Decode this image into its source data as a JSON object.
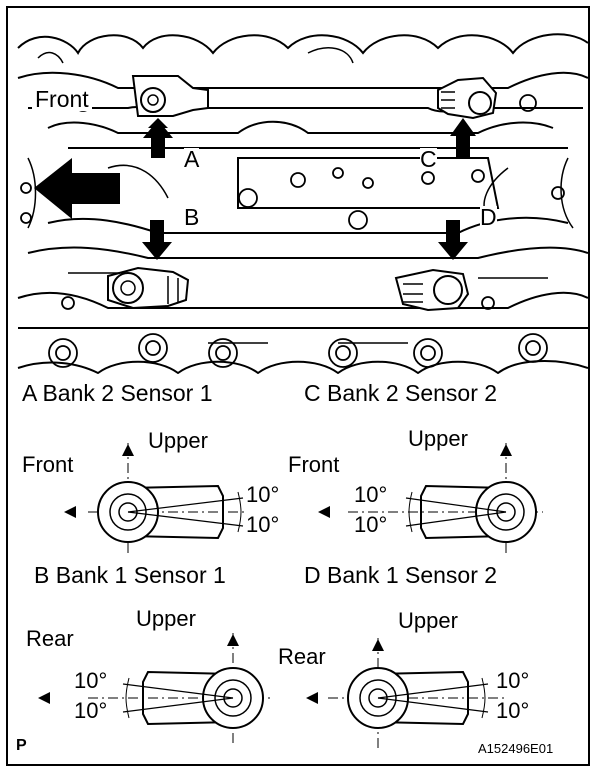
{
  "engine_view": {
    "front_label": "Front",
    "marker_a": "A",
    "marker_b": "B",
    "marker_c": "C",
    "marker_d": "D"
  },
  "captions": {
    "a": "A  Bank 2 Sensor 1",
    "c": "C  Bank 2 Sensor 2",
    "b": "B  Bank 1 Sensor 1",
    "d": "D  Bank 1 Sensor 2"
  },
  "detail_b": {
    "upper": "Upper",
    "direction": "Front",
    "angle_top": "10°",
    "angle_bottom": "10°"
  },
  "detail_d": {
    "upper": "Upper",
    "direction": "Front",
    "angle_top": "10°",
    "angle_bottom": "10°"
  },
  "detail_rear_left": {
    "upper": "Upper",
    "direction": "Rear",
    "angle_top": "10°",
    "angle_bottom": "10°"
  },
  "detail_rear_right": {
    "upper": "Upper",
    "direction": "Rear",
    "angle_top": "10°",
    "angle_bottom": "10°"
  },
  "footer": {
    "left_mark": "P",
    "figure_id": "A152496E01"
  }
}
